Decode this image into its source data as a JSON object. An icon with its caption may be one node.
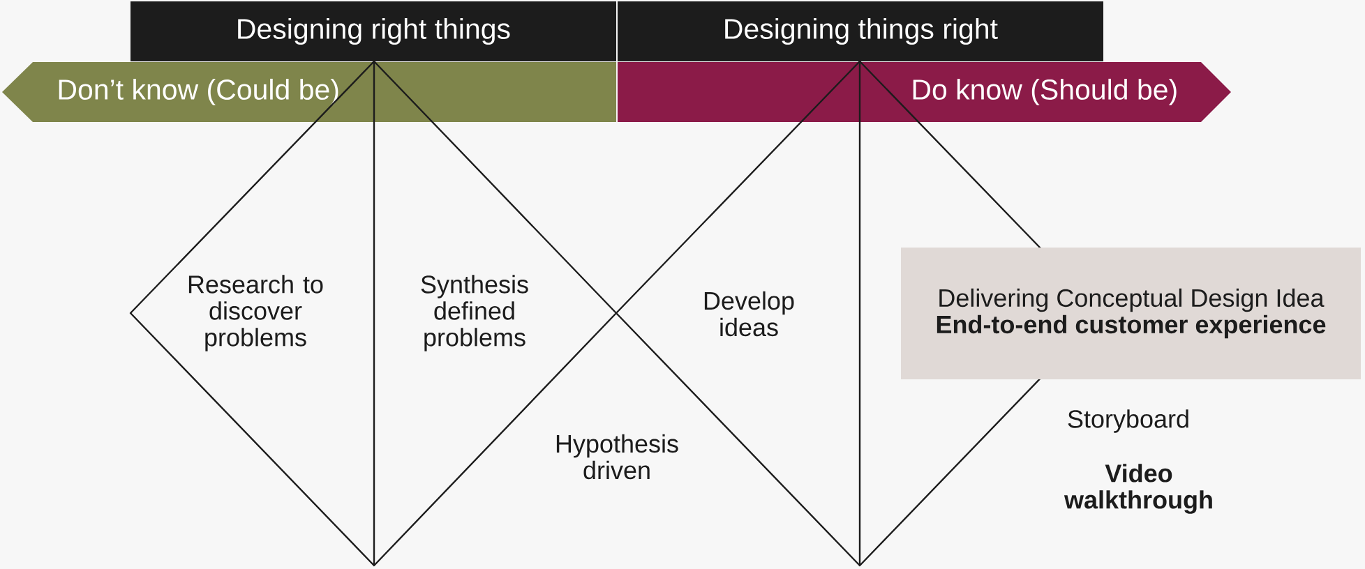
{
  "diagram": {
    "nodes": [
      {
        "text": [
          "Designing right things"
        ]
      },
      {
        "text": [
          "Designing things right"
        ]
      },
      {
        "text": [
          "Don’t know (Could be)"
        ]
      },
      {
        "text": [
          "Do know (Should be)"
        ]
      },
      {
        "text": [
          "Research to discover problems",
          "Synthesis defined problems"
        ]
      },
      {
        "text": [
          "Develop ideas"
        ]
      },
      {
        "text": [
          "Delivering Conceptual Design Idea",
          "End-to-end customer experience"
        ]
      }
    ],
    "labels": [
      "Hypothesis driven",
      "Storyboard",
      "Video walkthrough"
    ]
  }
}
